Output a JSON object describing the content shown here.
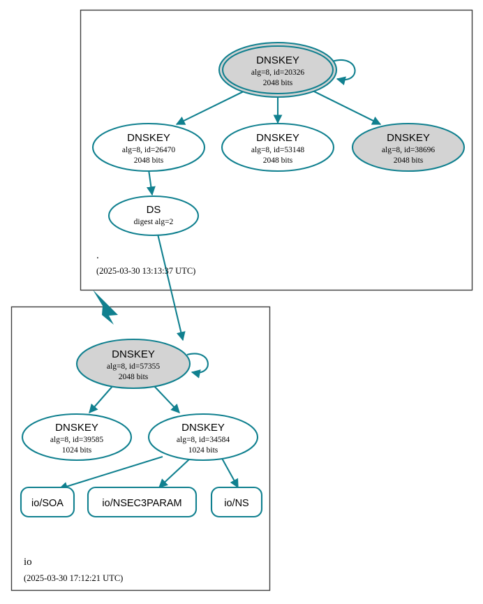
{
  "diagram": {
    "kind": "dnssec-authentication-chain",
    "colors": {
      "edge": "#10808f",
      "node_stroke": "#10808f",
      "node_fill_secure": "#d3d3d3",
      "node_fill_plain": "#ffffff",
      "zone_border": "#3f3f3f",
      "text": "#000000"
    }
  },
  "zones": [
    {
      "id": "root",
      "name": ".",
      "timestamp": "(2025-03-30 13:13:37 UTC)",
      "nodes": [
        {
          "id": "root-ksk-20326",
          "shape": "double-ellipse",
          "fill": "gray",
          "title": "DNSKEY",
          "line2": "alg=8, id=20326",
          "line3": "2048 bits",
          "self_signed": true
        },
        {
          "id": "root-zsk-26470",
          "shape": "ellipse",
          "fill": "white",
          "title": "DNSKEY",
          "line2": "alg=8, id=26470",
          "line3": "2048 bits",
          "self_signed": false
        },
        {
          "id": "root-zsk-53148",
          "shape": "ellipse",
          "fill": "white",
          "title": "DNSKEY",
          "line2": "alg=8, id=53148",
          "line3": "2048 bits",
          "self_signed": false
        },
        {
          "id": "root-zsk-38696",
          "shape": "ellipse",
          "fill": "gray",
          "title": "DNSKEY",
          "line2": "alg=8, id=38696",
          "line3": "2048 bits",
          "self_signed": false
        },
        {
          "id": "root-ds",
          "shape": "ellipse",
          "fill": "white",
          "title": "DS",
          "line2": "digest alg=2",
          "line3": "",
          "self_signed": false
        }
      ]
    },
    {
      "id": "io",
      "name": "io",
      "timestamp": "(2025-03-30 17:12:21 UTC)",
      "nodes": [
        {
          "id": "io-ksk-57355",
          "shape": "ellipse",
          "fill": "gray",
          "title": "DNSKEY",
          "line2": "alg=8, id=57355",
          "line3": "2048 bits",
          "self_signed": true
        },
        {
          "id": "io-zsk-39585",
          "shape": "ellipse",
          "fill": "white",
          "title": "DNSKEY",
          "line2": "alg=8, id=39585",
          "line3": "1024 bits",
          "self_signed": false
        },
        {
          "id": "io-zsk-34584",
          "shape": "ellipse",
          "fill": "white",
          "title": "DNSKEY",
          "line2": "alg=8, id=34584",
          "line3": "1024 bits",
          "self_signed": false
        }
      ],
      "rrsets": [
        {
          "id": "io-soa",
          "label": "io/SOA"
        },
        {
          "id": "io-nsec3param",
          "label": "io/NSEC3PARAM"
        },
        {
          "id": "io-ns",
          "label": "io/NS"
        }
      ]
    }
  ],
  "edges": [
    {
      "from": "root-ksk-20326",
      "to": "root-ksk-20326",
      "type": "self-loop"
    },
    {
      "from": "root-ksk-20326",
      "to": "root-zsk-26470",
      "type": "signs"
    },
    {
      "from": "root-ksk-20326",
      "to": "root-zsk-53148",
      "type": "signs"
    },
    {
      "from": "root-ksk-20326",
      "to": "root-zsk-38696",
      "type": "signs"
    },
    {
      "from": "root-zsk-26470",
      "to": "root-ds",
      "type": "signs"
    },
    {
      "from": "root-ds",
      "to": "io-ksk-57355",
      "type": "delegation"
    },
    {
      "from": "io-ksk-57355",
      "to": "io-ksk-57355",
      "type": "self-loop"
    },
    {
      "from": "io-ksk-57355",
      "to": "io-zsk-39585",
      "type": "signs"
    },
    {
      "from": "io-ksk-57355",
      "to": "io-zsk-34584",
      "type": "signs"
    },
    {
      "from": "io-zsk-34584",
      "to": "io-soa",
      "type": "signs"
    },
    {
      "from": "io-zsk-34584",
      "to": "io-nsec3param",
      "type": "signs"
    },
    {
      "from": "io-zsk-34584",
      "to": "io-ns",
      "type": "signs"
    }
  ]
}
